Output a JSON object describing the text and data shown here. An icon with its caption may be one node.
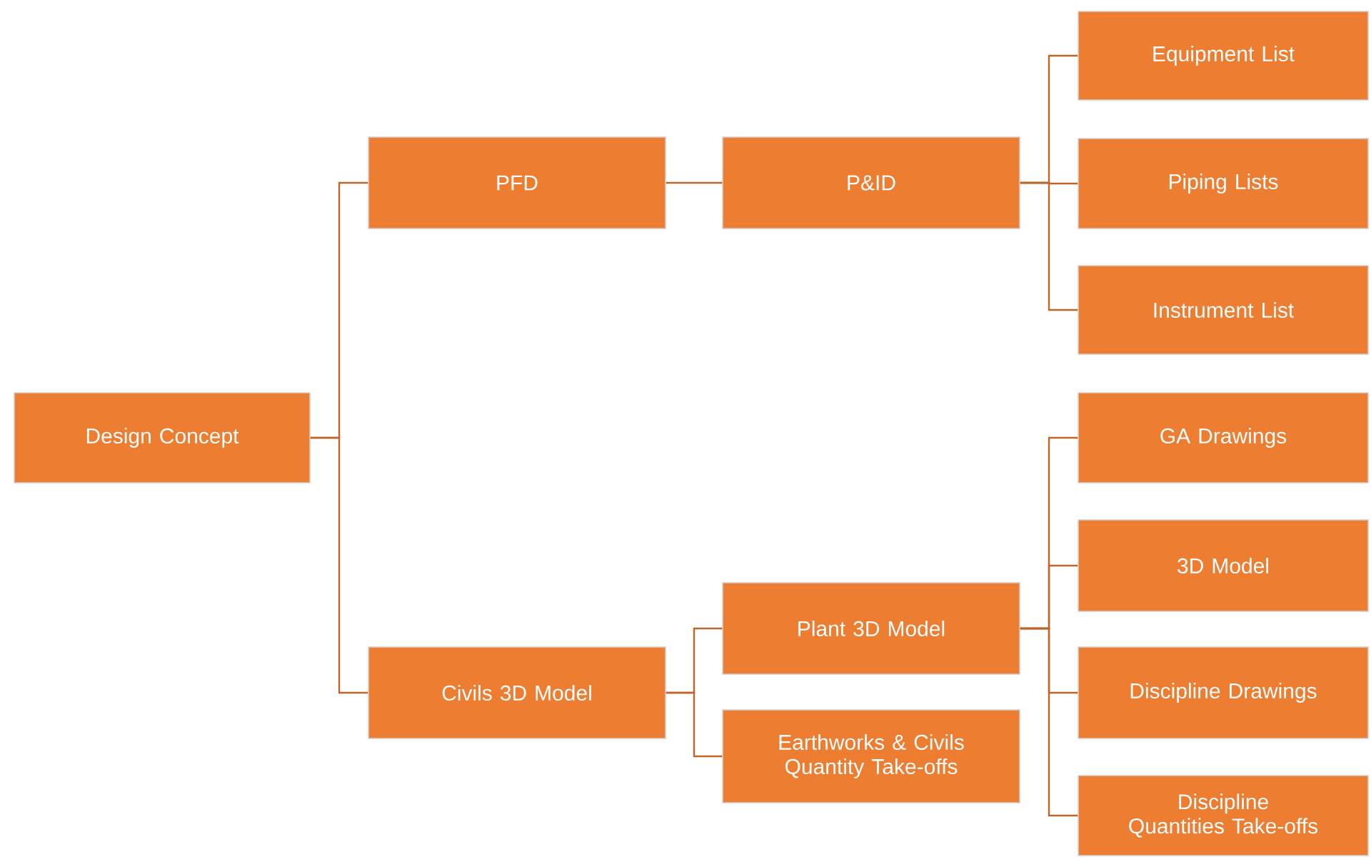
{
  "diagram": {
    "nodes": [
      {
        "text": [
          "Design Concept"
        ]
      },
      {
        "text": [
          "PFD"
        ]
      },
      {
        "text": [
          "Civils 3D Model"
        ]
      },
      {
        "text": [
          "P&ID"
        ]
      },
      {
        "text": [
          "Plant 3D Model"
        ]
      },
      {
        "text": [
          "Earthworks & Civils Quantity Take-offs"
        ]
      },
      {
        "text": [
          "Equipment List"
        ]
      },
      {
        "text": [
          "Piping Lists"
        ]
      },
      {
        "text": [
          "Instrument List"
        ]
      },
      {
        "text": [
          "GA Drawings"
        ]
      },
      {
        "text": [
          "3D Model"
        ]
      },
      {
        "text": [
          "Discipline Drawings"
        ]
      },
      {
        "text": [
          "Discipline Quantities Take-offs"
        ]
      }
    ],
    "edges": [
      {
        "from": 0,
        "to": 1,
        "arrow": "none"
      },
      {
        "from": 0,
        "to": 2,
        "arrow": "none"
      },
      {
        "from": 1,
        "to": 3,
        "arrow": "none"
      },
      {
        "from": 2,
        "to": 4,
        "arrow": "none"
      },
      {
        "from": 2,
        "to": 5,
        "arrow": "none"
      },
      {
        "from": 3,
        "to": 6,
        "arrow": "none"
      },
      {
        "from": 3,
        "to": 7,
        "arrow": "none"
      },
      {
        "from": 3,
        "to": 8,
        "arrow": "none"
      },
      {
        "from": 4,
        "to": 9,
        "arrow": "none"
      },
      {
        "from": 4,
        "to": 10,
        "arrow": "none"
      },
      {
        "from": 4,
        "to": 11,
        "arrow": "none"
      },
      {
        "from": 4,
        "to": 12,
        "arrow": "none"
      }
    ]
  }
}
